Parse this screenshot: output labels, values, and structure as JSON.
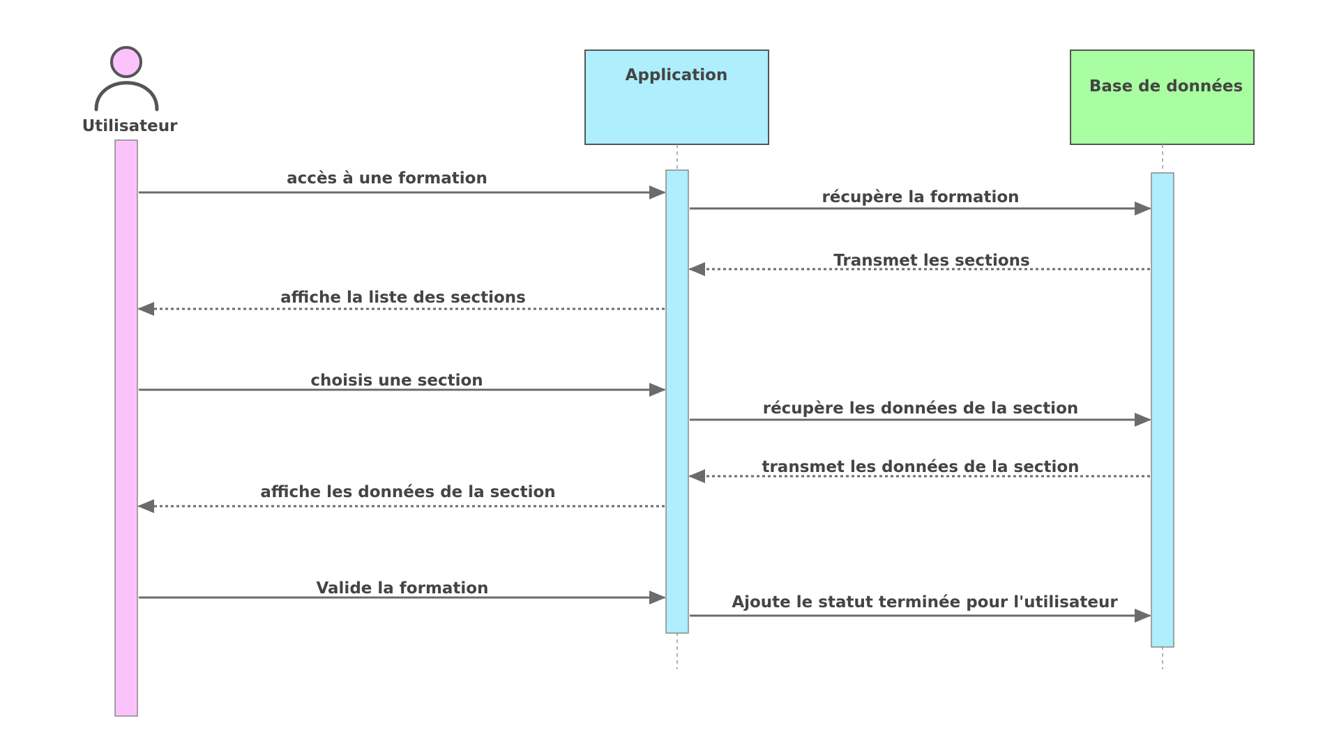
{
  "participants": [
    {
      "id": "user",
      "label": "Utilisateur",
      "kind": "actor",
      "color": "#fbc3fb"
    },
    {
      "id": "app",
      "label": "Application",
      "kind": "box",
      "color": "#aeeefd"
    },
    {
      "id": "db",
      "label": "Base de données",
      "kind": "box",
      "color": "#a8fea0"
    }
  ],
  "activation_color": "#aeeefd",
  "line_color": "#6b6b6b",
  "messages": [
    {
      "from": "user",
      "to": "app",
      "label": "accès à une formation",
      "style": "solid"
    },
    {
      "from": "app",
      "to": "db",
      "label": "récupère la formation",
      "style": "solid"
    },
    {
      "from": "db",
      "to": "app",
      "label": "Transmet les sections",
      "style": "dashed"
    },
    {
      "from": "app",
      "to": "user",
      "label": "affiche la liste des sections",
      "style": "dashed"
    },
    {
      "from": "user",
      "to": "app",
      "label": "choisis une section",
      "style": "solid"
    },
    {
      "from": "app",
      "to": "db",
      "label": "récupère les données de la section",
      "style": "solid"
    },
    {
      "from": "db",
      "to": "app",
      "label": "transmet les données de la section",
      "style": "dashed"
    },
    {
      "from": "app",
      "to": "user",
      "label": "affiche les données de la section",
      "style": "dashed"
    },
    {
      "from": "user",
      "to": "app",
      "label": "Valide la formation",
      "style": "solid"
    },
    {
      "from": "app",
      "to": "db",
      "label": "Ajoute le statut terminée pour l'utilisateur",
      "style": "solid"
    }
  ]
}
